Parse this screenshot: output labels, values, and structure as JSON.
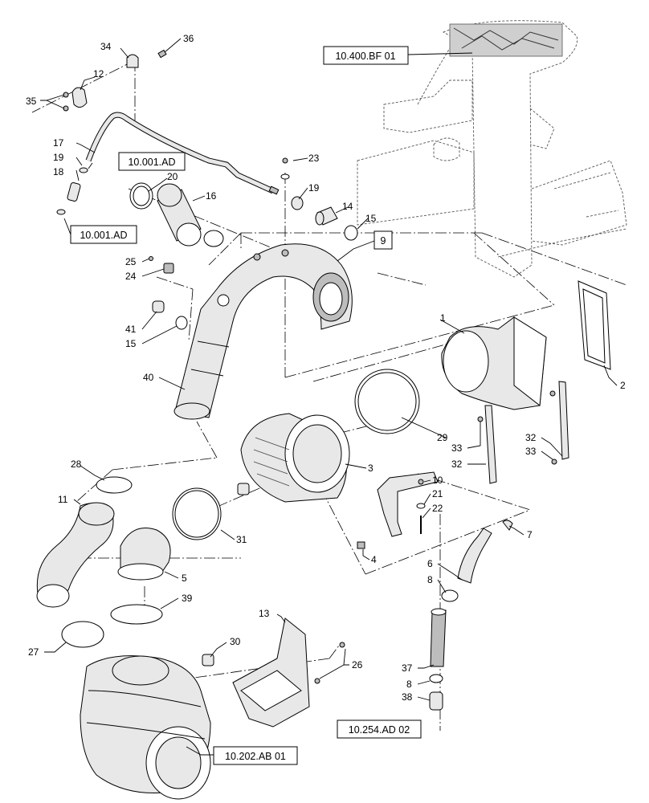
{
  "references": {
    "cab_ref": "10.400.BF 01",
    "hose_ref_top": "10.001.AD",
    "hose_ref_bottom": "10.001.AD",
    "cleaner_ref": "10.202.AB 01",
    "drain_ref": "10.254.AD 02",
    "callout_9": "9"
  },
  "callouts": {
    "c1": "1",
    "c2": "2",
    "c3": "3",
    "c4": "4",
    "c5": "5",
    "c6": "6",
    "c7": "7",
    "c8a": "8",
    "c8b": "8",
    "c10": "10",
    "c11": "11",
    "c12": "12",
    "c13": "13",
    "c14": "14",
    "c15a": "15",
    "c15b": "15",
    "c16": "16",
    "c17": "17",
    "c18": "18",
    "c19a": "19",
    "c19b": "19",
    "c20": "20",
    "c21": "21",
    "c22": "22",
    "c23": "23",
    "c24": "24",
    "c25": "25",
    "c26": "26",
    "c27": "27",
    "c28": "28",
    "c29": "29",
    "c30": "30",
    "c31": "31",
    "c32a": "32",
    "c32b": "32",
    "c33a": "33",
    "c33b": "33",
    "c34": "34",
    "c35": "35",
    "c36": "36",
    "c37": "37",
    "c38": "38",
    "c39": "39",
    "c40": "40",
    "c41": "41"
  }
}
